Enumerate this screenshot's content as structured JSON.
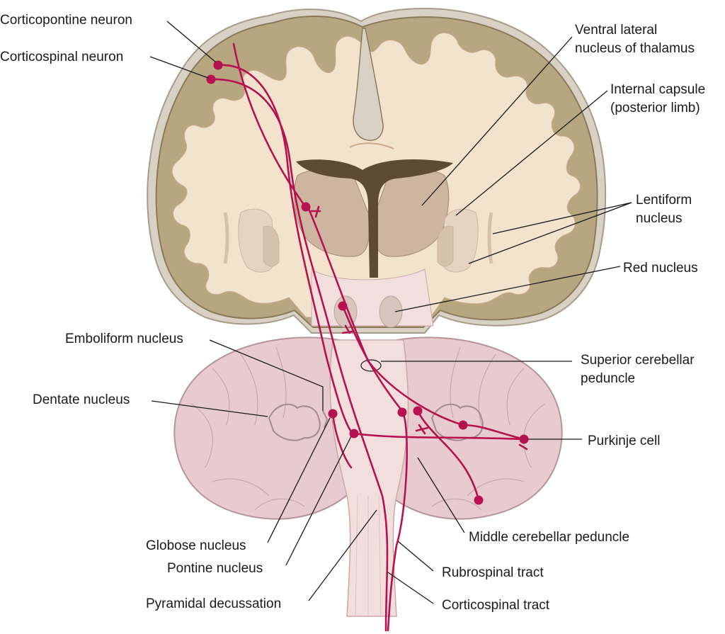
{
  "colors": {
    "cortex_gray": "#b8a680",
    "cortex_outline": "#8a7a5a",
    "white_matter": "#f3e3cc",
    "thalamus": "#cdb59f",
    "ventricle": "#5e4b32",
    "cerebellum": "#e7cbd0",
    "cerebellum_outline": "#b7939b",
    "brainstem": "#f1dedd",
    "neuron": "#b5124f"
  },
  "labels": {
    "corticopontine_neuron": "Corticopontine neuron",
    "corticospinal_neuron": "Corticospinal neuron",
    "ventral_lateral_1": "Ventral lateral",
    "ventral_lateral_2": "nucleus of thalamus",
    "internal_capsule_1": "Internal capsule",
    "internal_capsule_2": "(posterior limb)",
    "lentiform_1": "Lentiform",
    "lentiform_2": "nucleus",
    "red_nucleus": "Red nucleus",
    "emboliform_nucleus": "Emboliform nucleus",
    "dentate_nucleus": "Dentate nucleus",
    "superior_cerebellar_1": "Superior cerebellar",
    "superior_cerebellar_2": "peduncle",
    "purkinje_cell": "Purkinje cell",
    "globose_nucleus": "Globose nucleus",
    "pontine_nucleus": "Pontine nucleus",
    "middle_cerebellar_peduncle": "Middle cerebellar peduncle",
    "rubrospinal_tract": "Rubrospinal tract",
    "pyramidal_decussation": "Pyramidal decussation",
    "corticospinal_tract": "Corticospinal tract"
  }
}
